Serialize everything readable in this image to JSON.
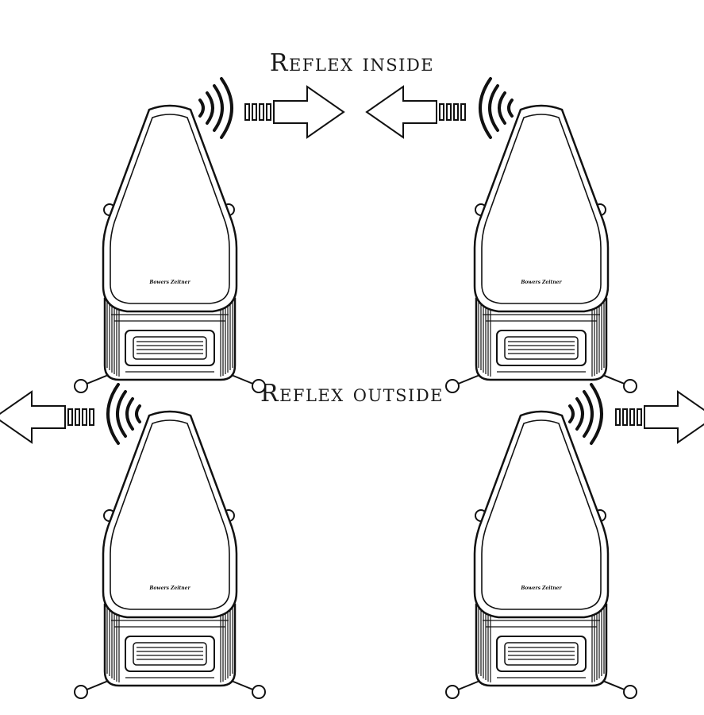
{
  "captions": {
    "top": "Reflex inside",
    "bottom": "Reflex outside"
  },
  "speaker_brand": "Bowers Zeitner",
  "colors": {
    "stroke": "#111111",
    "background": "#ffffff"
  },
  "icons": {
    "sound": "sound-waves-icon",
    "arrow": "arrow-icon",
    "speaker": "speaker-icon"
  }
}
